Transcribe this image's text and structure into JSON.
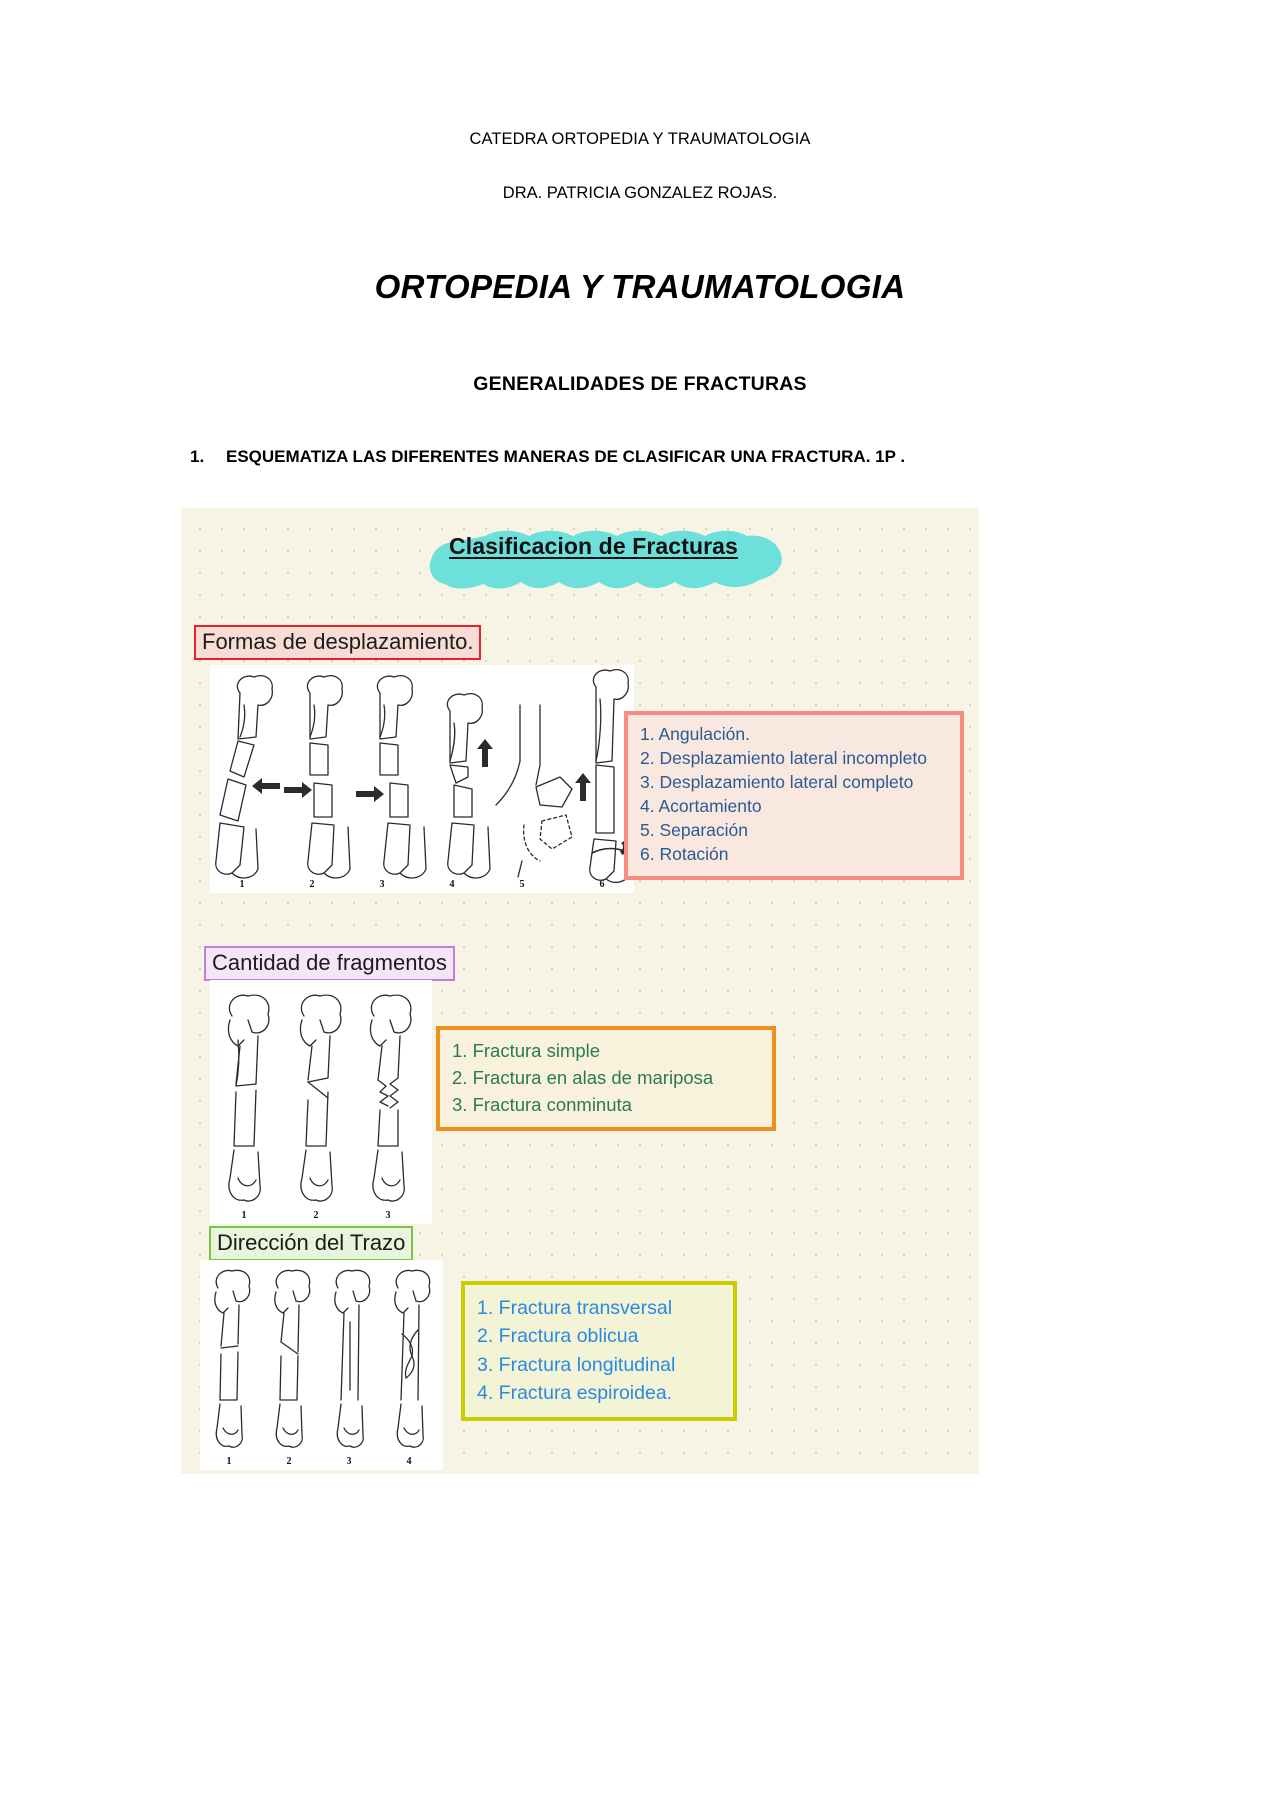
{
  "document": {
    "header_line_1": "CATEDRA ORTOPEDIA Y TRAUMATOLOGIA",
    "header_line_2": "DRA. PATRICIA GONZALEZ ROJAS.",
    "title": "ORTOPEDIA Y TRAUMATOLOGIA",
    "subtitle": "GENERALIDADES DE FRACTURAS",
    "question": {
      "number": "1.",
      "text": "ESQUEMATIZA LAS DIFERENTES MANERAS DE CLASIFICAR UNA FRACTURA. 1P ."
    }
  },
  "note": {
    "heading": "Clasificacion de Fracturas",
    "highlight_color": "#6de0db",
    "background_color": "#f7f4e5",
    "sections": [
      {
        "label": "Formas de desplazamiento.",
        "label_border_color": "#e8202a",
        "label_fill_color": "#f7ddd5",
        "list_border_color": "#f98b80",
        "list_fill_color": "#f9e8df",
        "list_text_color": "#2c5a93",
        "figure_numbers": [
          "1",
          "2",
          "3",
          "4",
          "5",
          "6"
        ],
        "items": [
          "1. Angulación.",
          "2. Desplazamiento lateral incompleto",
          "3. Desplazamiento lateral completo",
          "4. Acortamiento",
          "5. Separación",
          "6. Rotación"
        ]
      },
      {
        "label": "Cantidad de fragmentos",
        "label_border_color": "#c07fdc",
        "label_fill_color": "#f4e6f8",
        "list_border_color": "#f0901c",
        "list_fill_color": "#f8f2dd",
        "list_text_color": "#2b7a52",
        "figure_numbers": [
          "1",
          "2",
          "3"
        ],
        "items": [
          "1. Fractura simple",
          "2. Fractura en alas de mariposa",
          "3. Fractura conminuta"
        ]
      },
      {
        "label": "Dirección del Trazo",
        "label_border_color": "#79c34a",
        "label_fill_color": "#e8f4dc",
        "list_border_color": "#ccca00",
        "list_fill_color": "#f3f3d6",
        "list_text_color": "#2a8ae0",
        "figure_numbers": [
          "1",
          "2",
          "3",
          "4"
        ],
        "items": [
          "1. Fractura transversal",
          "2. Fractura oblicua",
          "3. Fractura longitudinal",
          "4. Fractura espiroidea."
        ]
      }
    ]
  }
}
